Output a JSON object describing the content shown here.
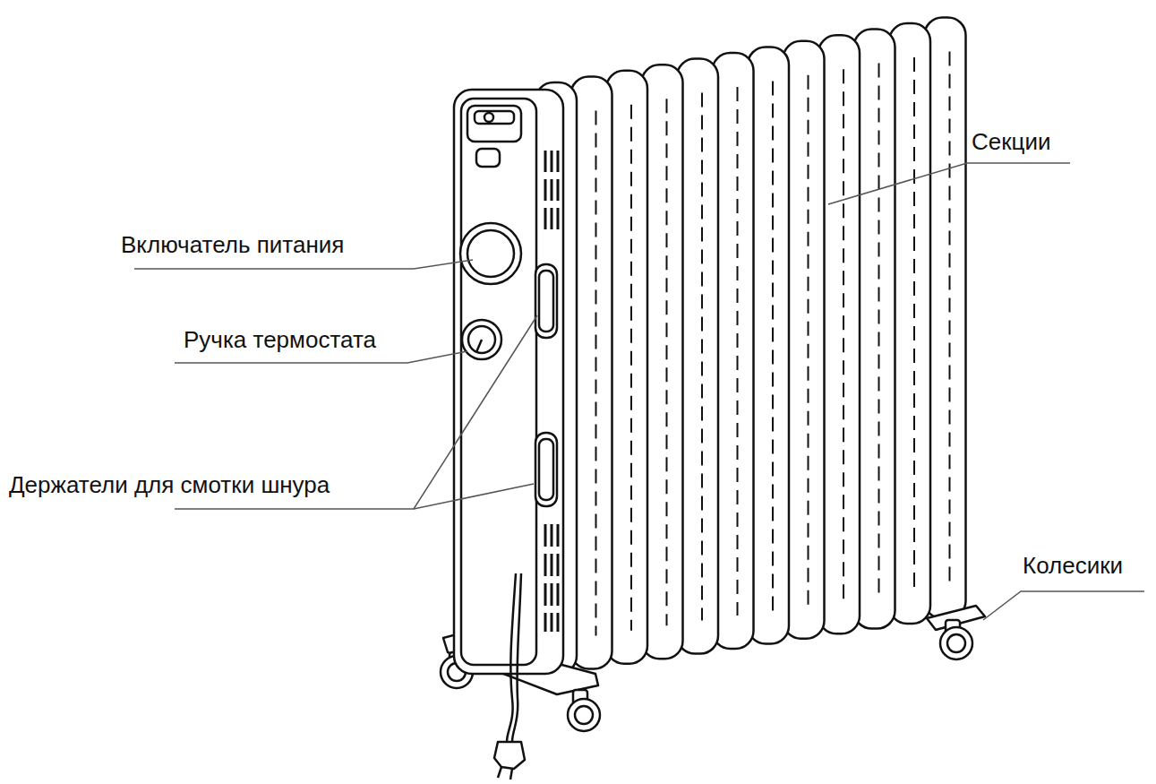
{
  "diagram": {
    "labels": [
      "Секции",
      "Включатель питания",
      "Ручка термостата",
      "Держатели для смотки шнура",
      "Колесики"
    ]
  }
}
